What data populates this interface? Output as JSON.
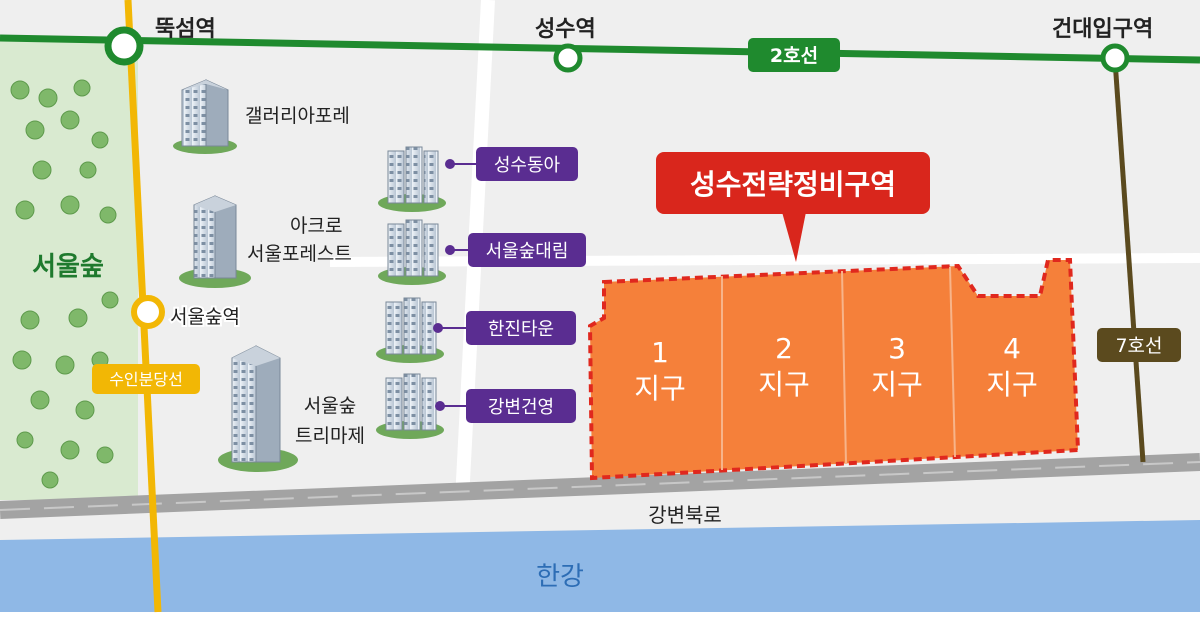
{
  "stations": {
    "ttukseom": "뚝섬역",
    "seongsu": "성수역",
    "konkuk": "건대입구역",
    "seoulforest": "서울숲역"
  },
  "lines": {
    "line2": "2호선",
    "line7": "7호선",
    "suin": "수인분당선"
  },
  "areas": {
    "park": "서울숲",
    "river": "한강",
    "road": "강변북로"
  },
  "buildings": {
    "galleria": "갤러리아포레",
    "acro_1": "아크로",
    "acro_2": "서울포레스트",
    "trimage_1": "서울숲",
    "trimage_2": "트리마제"
  },
  "apartments": [
    "성수동아",
    "서울숲대림",
    "한진타운",
    "강변건영"
  ],
  "zone": {
    "title": "성수전략정비구역",
    "districts": [
      {
        "num": "1",
        "label": "지구"
      },
      {
        "num": "2",
        "label": "지구"
      },
      {
        "num": "3",
        "label": "지구"
      },
      {
        "num": "4",
        "label": "지구"
      }
    ]
  },
  "colors": {
    "line2": "#1f8a2e",
    "line7": "#5b4a1e",
    "suin": "#f2b705",
    "zone_fill": "#f5803a",
    "zone_border": "#e0281e",
    "callout": "#d9261c",
    "apt_tag": "#5a2d91",
    "river": "#8fb8e6",
    "park": "#d9ead0",
    "road": "#a3a3a3"
  }
}
